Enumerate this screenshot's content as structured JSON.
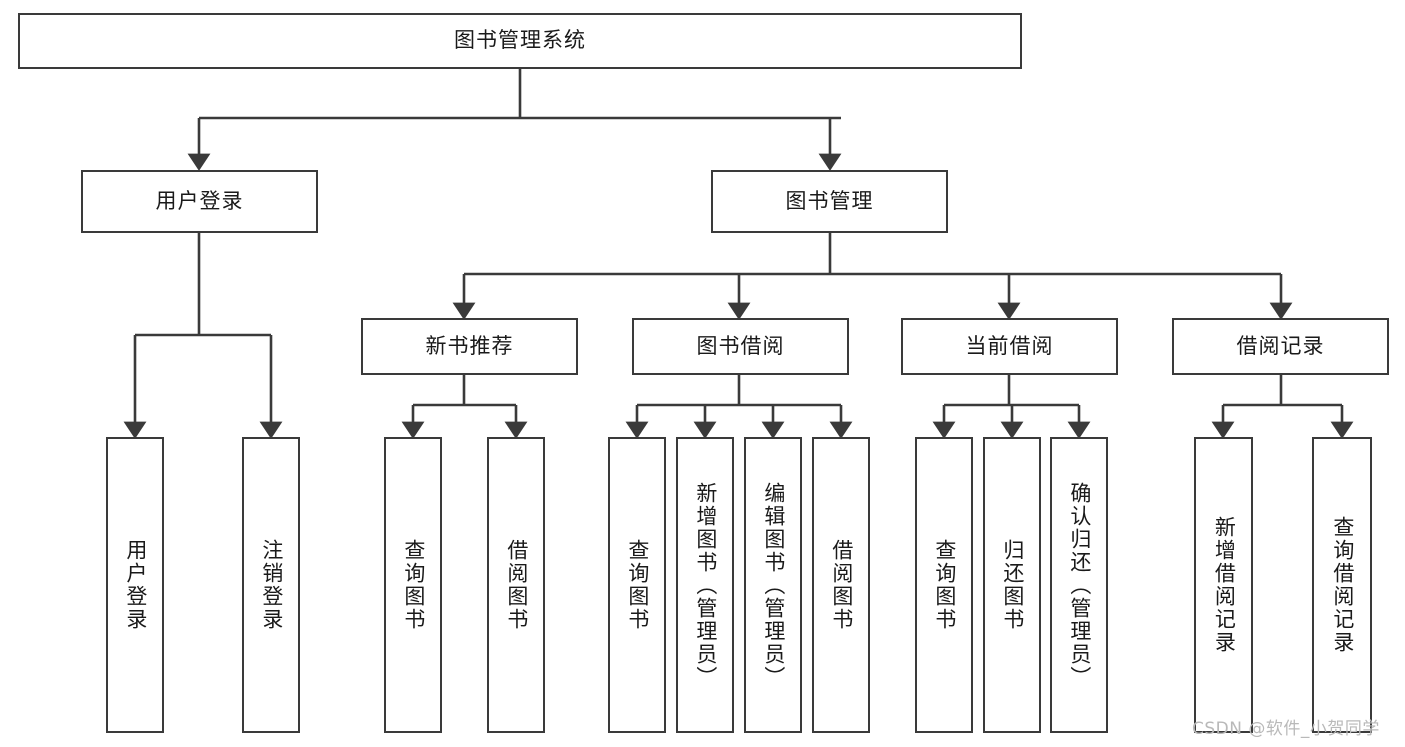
{
  "diagram": {
    "type": "tree",
    "title": "图书管理系统",
    "orientation": "top-down",
    "colors": {
      "box_border": "#3a3a3a",
      "box_fill": "#ffffff",
      "connector": "#3a3a3a",
      "text": "#1a1a1a",
      "watermark": "#b9b9b9",
      "background": "#ffffff"
    },
    "root": {
      "id": "root",
      "label": "图书管理系统",
      "text_orientation": "horizontal"
    },
    "level2": [
      {
        "id": "user-login",
        "label": "用户登录",
        "text_orientation": "horizontal"
      },
      {
        "id": "book-manage",
        "label": "图书管理",
        "text_orientation": "horizontal"
      }
    ],
    "level3": [
      {
        "id": "new-book-recommend",
        "label": "新书推荐",
        "parent": "book-manage",
        "text_orientation": "horizontal"
      },
      {
        "id": "book-borrow",
        "label": "图书借阅",
        "parent": "book-manage",
        "text_orientation": "horizontal"
      },
      {
        "id": "current-borrow",
        "label": "当前借阅",
        "parent": "book-manage",
        "text_orientation": "horizontal"
      },
      {
        "id": "borrow-record",
        "label": "借阅记录",
        "parent": "book-manage",
        "text_orientation": "horizontal"
      }
    ],
    "leaves": [
      {
        "id": "leaf-user-login",
        "label": "用户登录",
        "parent": "user-login",
        "text_orientation": "vertical"
      },
      {
        "id": "leaf-logout-login",
        "label": "注销登录",
        "parent": "user-login",
        "text_orientation": "vertical"
      },
      {
        "id": "leaf-query-book-1",
        "label": "查询图书",
        "parent": "new-book-recommend",
        "text_orientation": "vertical"
      },
      {
        "id": "leaf-borrow-book-1",
        "label": "借阅图书",
        "parent": "new-book-recommend",
        "text_orientation": "vertical"
      },
      {
        "id": "leaf-query-book-2",
        "label": "查询图书",
        "parent": "book-borrow",
        "text_orientation": "vertical"
      },
      {
        "id": "leaf-add-book",
        "label": "新增图书（管理员）",
        "parent": "book-borrow",
        "text_orientation": "vertical"
      },
      {
        "id": "leaf-edit-book",
        "label": "编辑图书（管理员）",
        "parent": "book-borrow",
        "text_orientation": "vertical"
      },
      {
        "id": "leaf-borrow-book-2",
        "label": "借阅图书",
        "parent": "book-borrow",
        "text_orientation": "vertical"
      },
      {
        "id": "leaf-query-book-3",
        "label": "查询图书",
        "parent": "current-borrow",
        "text_orientation": "vertical"
      },
      {
        "id": "leaf-return-book",
        "label": "归还图书",
        "parent": "current-borrow",
        "text_orientation": "vertical"
      },
      {
        "id": "leaf-confirm-return",
        "label": "确认归还（管理员）",
        "parent": "current-borrow",
        "text_orientation": "vertical"
      },
      {
        "id": "leaf-add-borrow-record",
        "label": "新增借阅记录",
        "parent": "borrow-record",
        "text_orientation": "vertical"
      },
      {
        "id": "leaf-query-borrow-record",
        "label": "查询借阅记录",
        "parent": "borrow-record",
        "text_orientation": "vertical"
      }
    ],
    "watermark": "CSDN @软件_小贺同学"
  }
}
